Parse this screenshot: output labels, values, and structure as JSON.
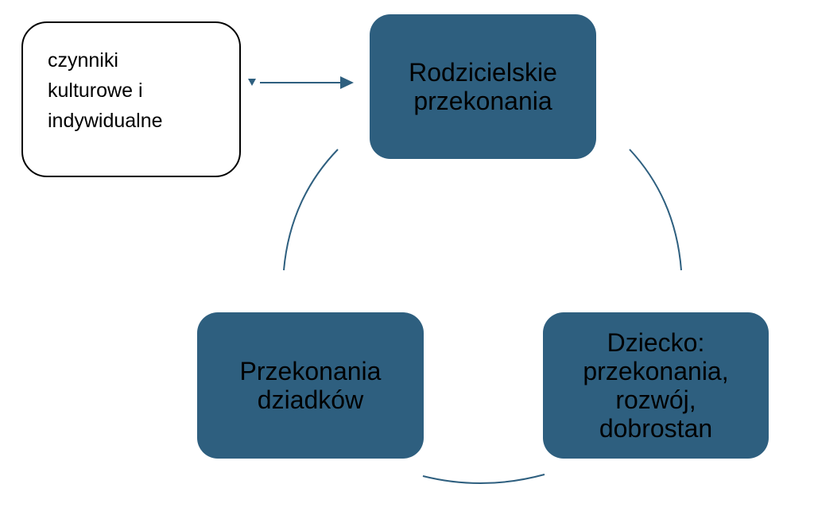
{
  "factors_box": {
    "text": "czynniki\nkulturowe  i\nindywidualne"
  },
  "nodes": {
    "parental": "Rodzicielskie\nprzekonania",
    "child": "Dziecko:\nprzekonania,\nrozwój,\ndobrostan",
    "grandparents": "Przekonania\ndziadków"
  },
  "colors": {
    "node_fill": "#2e5f7f",
    "connector": "#2e5f7f"
  }
}
